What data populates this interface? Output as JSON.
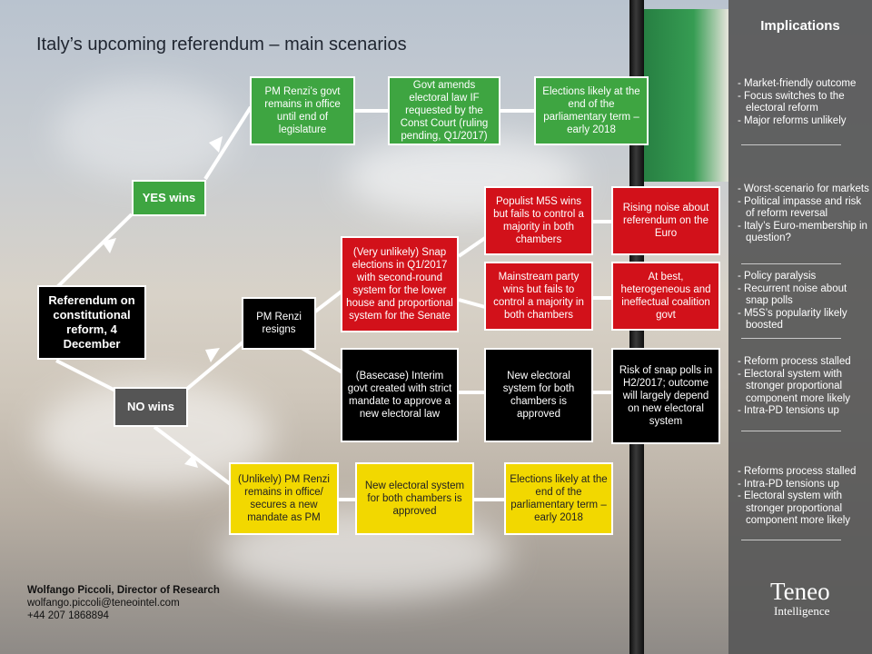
{
  "title": "Italy’s upcoming referendum – main scenarios",
  "nodes": {
    "referendum": "Referendum on constitutional reform, 4 December",
    "yes": "YES wins",
    "no": "NO wins",
    "renzi_remains": "PM Renzi’s govt remains in office until end of legislature",
    "amend_law": "Govt amends electoral law IF requested by the Const Court (ruling pending, Q1/2017)",
    "elections_yes": "Elections likely at the end of the parliamentary term – early 2018",
    "renzi_resigns": "PM Renzi resigns",
    "snap_elections": "(Very unlikely) Snap elections in Q1/2017 with second-round system for the lower house and proportional system for the Senate",
    "m5s_wins": "Populist M5S wins but fails to control a majority in both chambers",
    "rising_noise": "Rising noise about referendum on the Euro",
    "mainstream_wins": "Mainstream party wins but fails to control a majority in both chambers",
    "coalition": "At best, heterogeneous and ineffectual coalition govt",
    "interim_govt": "(Basecase) Interim govt created with strict mandate to approve a new electoral law",
    "new_system_both": "New electoral system for both chambers is approved",
    "snap_polls": "Risk of snap polls in H2/2017; outcome will largely depend on new electoral system",
    "renzi_unlikely": "(Unlikely) PM Renzi remains in office/ secures a new mandate as PM",
    "new_system_yellow": "New electoral system for both chambers is approved",
    "elections_no": "Elections likely at the end of the parliamentary term – early 2018"
  },
  "implications": {
    "heading": "Implications",
    "groups": [
      [
        "- Market-friendly outcome",
        "- Focus switches to the electoral reform",
        "- Major reforms unlikely"
      ],
      [
        "- Worst-scenario for markets",
        "- Political impasse and risk of reform reversal",
        "- Italy’s Euro-membership in question?"
      ],
      [
        "- Policy paralysis",
        "- Recurrent noise about snap polls",
        "- M5S’s popularity likely boosted"
      ],
      [
        "- Reform process stalled",
        "- Electoral system with stronger proportional component more likely",
        "- Intra-PD tensions up"
      ],
      [
        "- Reforms process stalled",
        "- Intra-PD tensions up",
        "- Electoral system with stronger proportional component more likely"
      ]
    ]
  },
  "footer": {
    "name": "Wolfango Piccoli, Director of Research",
    "email": "wolfango.piccoli@teneointel.com",
    "phone": "+44 207 1868894"
  },
  "logo": {
    "brand": "Teneo",
    "sub": "Intelligence"
  },
  "colors": {
    "green": "#3ea541",
    "red": "#d2111a",
    "black": "#000000",
    "yellow": "#f2d800",
    "grey": "#555555"
  }
}
